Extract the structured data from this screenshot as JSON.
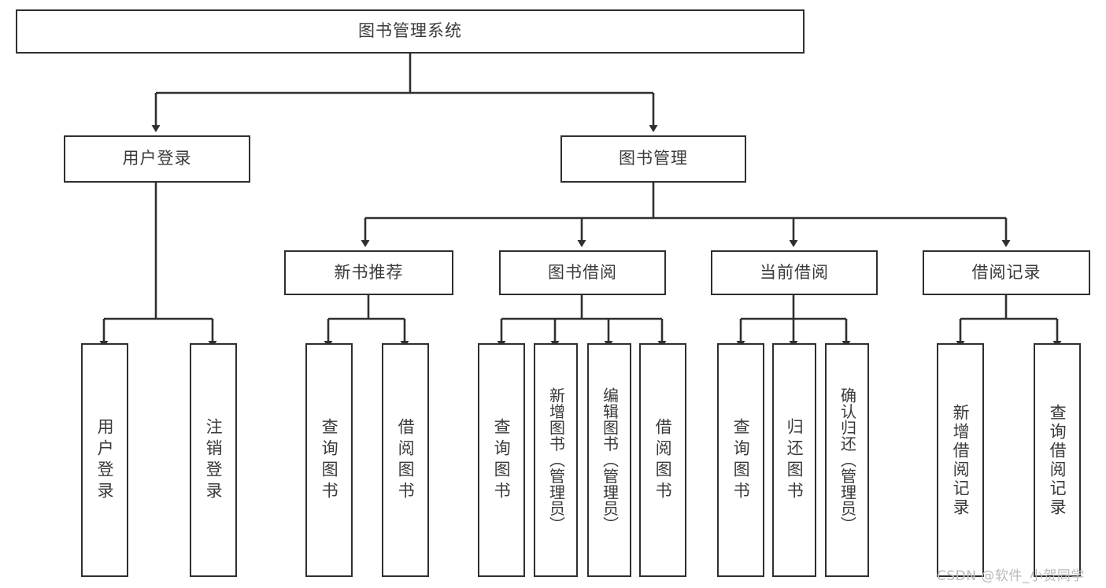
{
  "diagram": {
    "type": "tree-hierarchy-chart",
    "root": {
      "label": "图书管理系统"
    },
    "level2": [
      {
        "label": "用户登录"
      },
      {
        "label": "图书管理"
      }
    ],
    "level3": [
      {
        "label": "新书推荐"
      },
      {
        "label": "图书借阅"
      },
      {
        "label": "当前借阅"
      },
      {
        "label": "借阅记录"
      }
    ],
    "leaves": {
      "user_login": [
        {
          "label": "用户登录"
        },
        {
          "label": "注销登录"
        }
      ],
      "new_book_recommend": [
        {
          "label": "查询图书"
        },
        {
          "label": "借阅图书"
        }
      ],
      "book_borrow": [
        {
          "label": "查询图书"
        },
        {
          "label": "新增图书（管理员）"
        },
        {
          "label": "编辑图书（管理员）"
        },
        {
          "label": "借阅图书"
        }
      ],
      "current_borrow": [
        {
          "label": "查询图书"
        },
        {
          "label": "归还图书"
        },
        {
          "label": "确认归还（管理员）"
        }
      ],
      "borrow_record": [
        {
          "label": "新增借阅记录"
        },
        {
          "label": "查询借阅记录"
        }
      ]
    }
  },
  "watermark": {
    "text": "CSDN @软件_小贺同学"
  },
  "colors": {
    "line": "#2f2f2f",
    "text": "#3a3a3a",
    "background": "#ffffff",
    "watermark": "#b9b9b9"
  }
}
